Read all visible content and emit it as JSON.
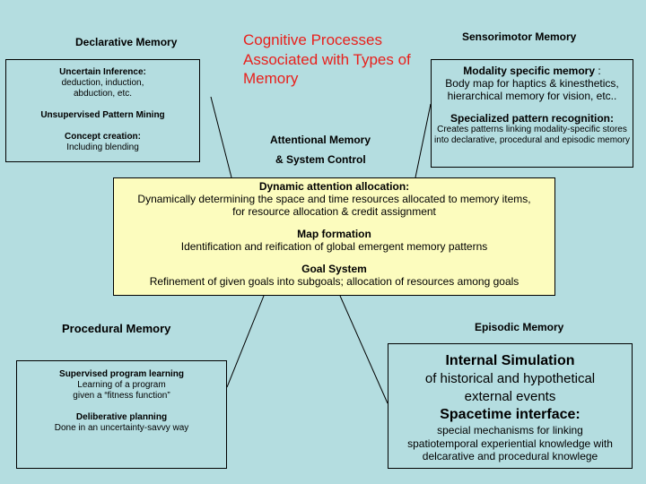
{
  "title": "Cognitive Processes Associated with Types of Memory",
  "declarative": {
    "heading": "Declarative Memory",
    "items": [
      {
        "label": "Uncertain Inference:",
        "detail": "deduction, induction, abduction, etc."
      },
      {
        "label": "Unsupervised Pattern Mining",
        "detail": ""
      },
      {
        "label": "Concept creation:",
        "detail": "Including blending"
      }
    ]
  },
  "sensorimotor": {
    "heading": "Sensorimotor Memory",
    "items": [
      {
        "label": "Modality specific memory",
        "suffix": " :",
        "detail": "Body map for haptics & kinesthetics, hierarchical memory for vision, etc.."
      },
      {
        "label": "Specialized pattern recognition:",
        "detail": "Creates patterns linking modality-specific stores into declarative, procedural and episodic memory"
      }
    ]
  },
  "attentional": {
    "heading_line1": "Attentional Memory",
    "heading_line2": "& System Control",
    "items": [
      {
        "label": "Dynamic attention allocation:",
        "detail": "Dynamically determining the space and time resources allocated to memory items, for resource allocation & credit assignment"
      },
      {
        "label": "Map formation",
        "detail": "Identification and reification of global emergent memory patterns"
      },
      {
        "label": "Goal System",
        "detail": "Refinement of given goals into subgoals; allocation of resources among goals"
      }
    ]
  },
  "procedural": {
    "heading": "Procedural Memory",
    "items": [
      {
        "label": "Supervised program learning",
        "detail": "Learning of a program given a “fitness function”"
      },
      {
        "label": "Deliberative planning",
        "detail": "Done in an uncertainty-savvy way"
      }
    ]
  },
  "episodic": {
    "heading": "Episodic Memory",
    "items": [
      {
        "label": "Internal Simulation",
        "detail": "of historical and hypothetical external events"
      },
      {
        "label": "Spacetime interface:",
        "detail": "special mechanisms for linking spatiotemporal experiential knowledge with delcarative and procedural knowlege"
      }
    ]
  }
}
